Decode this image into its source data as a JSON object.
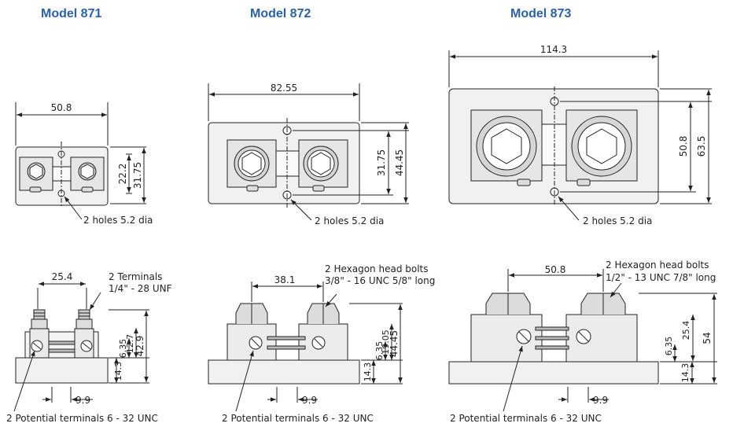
{
  "models": [
    {
      "title": "Model 871",
      "dim_width": "50.8",
      "dim_h1": "22.2",
      "dim_h2": "31.75",
      "holes": "2 holes 5.2 dia",
      "dim_spacing": "25.4",
      "terminal_note_1": "2 Terminals",
      "terminal_note_2": "1/4\" - 28 UNF",
      "dim_v1": "6.35",
      "dim_v2": "12.7",
      "dim_v3": "42.9",
      "dim_base": "14.3",
      "dim_bottom": "9.9",
      "potential": "2 Potential terminals 6 - 32 UNC"
    },
    {
      "title": "Model 872",
      "dim_width": "82.55",
      "dim_h1": "31.75",
      "dim_h2": "44.45",
      "holes": "2 holes 5.2 dia",
      "dim_spacing": "38.1",
      "bolt_note_1": "2 Hexagon head bolts",
      "bolt_note_2": "3/8\" - 16 UNC 5/8\" long",
      "dim_v1": "6.35",
      "dim_v2": "19.05",
      "dim_v3": "44.45",
      "dim_base": "14.3",
      "dim_bottom": "9.9",
      "potential": "2 Potential terminals 6 - 32 UNC"
    },
    {
      "title": "Model 873",
      "dim_width": "114.3",
      "dim_h1": "50.8",
      "dim_h2": "63.5",
      "holes": "2 holes 5.2 dia",
      "dim_spacing": "50.8",
      "bolt_note_1": "2 Hexagon head bolts",
      "bolt_note_2": "1/2\" - 13 UNC 7/8\" long",
      "dim_v1": "6.35",
      "dim_v2": "25.4",
      "dim_v3": "54",
      "dim_base": "14.3",
      "dim_bottom": "9.9",
      "potential": "2 Potential terminals 6 - 32 UNC"
    }
  ],
  "colors": {
    "title": "#2a62a8",
    "line": "#222222",
    "fill": "#e8e8e8"
  }
}
